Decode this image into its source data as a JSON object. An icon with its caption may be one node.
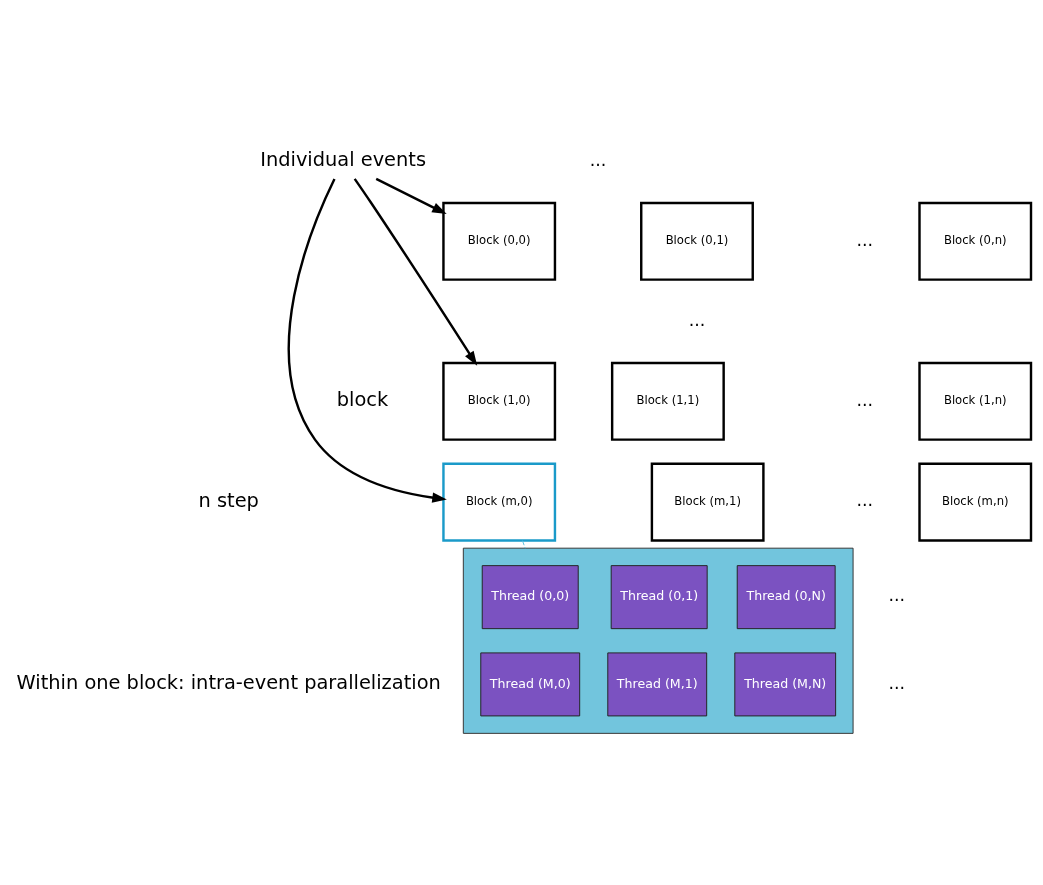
{
  "diagram": {
    "nodes": [
      {
        "text": [
          "Individual events"
        ]
      },
      {
        "text": [
          "Block (0,0)"
        ]
      },
      {
        "text": [
          "Block (0,1)"
        ]
      },
      {
        "text": [
          "Block (0,n)"
        ]
      },
      {
        "text": [
          "Block (1,0)"
        ]
      },
      {
        "text": [
          "Block (1,1)"
        ]
      },
      {
        "text": [
          "Block (1,n)"
        ]
      },
      {
        "text": [
          "Block (m,0)"
        ]
      },
      {
        "text": [
          "Block (m,1)"
        ]
      },
      {
        "text": [
          "Block (m,n)"
        ]
      },
      {
        "text": [],
        "shape": "box"
      },
      {
        "text": [
          "Thread (0,0)"
        ],
        "in": 10
      },
      {
        "text": [
          "Thread (0,1)"
        ],
        "in": 10
      },
      {
        "text": [
          "Thread (0,N)"
        ],
        "in": 10
      },
      {
        "text": [
          "Thread (M,0)"
        ],
        "in": 10
      },
      {
        "text": [
          "Thread (M,1)"
        ],
        "in": 10
      },
      {
        "text": [
          "Thread (M,N)"
        ],
        "in": 10
      }
    ],
    "edges": [
      {
        "from": 0,
        "to": 1,
        "arrow": "to"
      },
      {
        "from": 0,
        "to": 4,
        "arrow": "to"
      },
      {
        "from": 0,
        "to": 7,
        "arrow": "to"
      },
      {
        "from": 7,
        "to": 10,
        "arrow": "none",
        "style": "dashed",
        "color": "#5bc0de"
      }
    ],
    "labels": [
      "...",
      "...",
      "...",
      "block",
      "...",
      "n step",
      "...",
      "...",
      "Within one block: intra-event parallelization",
      "..."
    ]
  }
}
